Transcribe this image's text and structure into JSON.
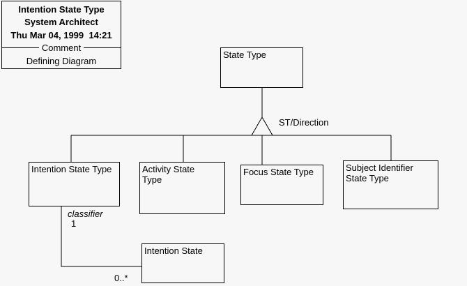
{
  "title_block": {
    "diagram_name": "Intention State Type",
    "tool_name": "System Architect",
    "timestamp": "Thu Mar 04, 1999  14:21",
    "divider_label": "Comment",
    "comment": "Defining Diagram"
  },
  "nodes": {
    "state_type": "State Type",
    "intention_state_type": "Intention State Type",
    "activity_state_type": "Activity State\nType",
    "focus_state_type": "Focus State Type",
    "subject_identifier_state_type": "Subject Identifier\nState Type",
    "intention_state": "Intention State"
  },
  "labels": {
    "generalization": "ST/Direction",
    "association_role": "classifier",
    "source_multiplicity": "1",
    "target_multiplicity": "0..*"
  },
  "colors": {
    "background": "#f7f7f7",
    "line": "#000000",
    "text": "#000000"
  }
}
